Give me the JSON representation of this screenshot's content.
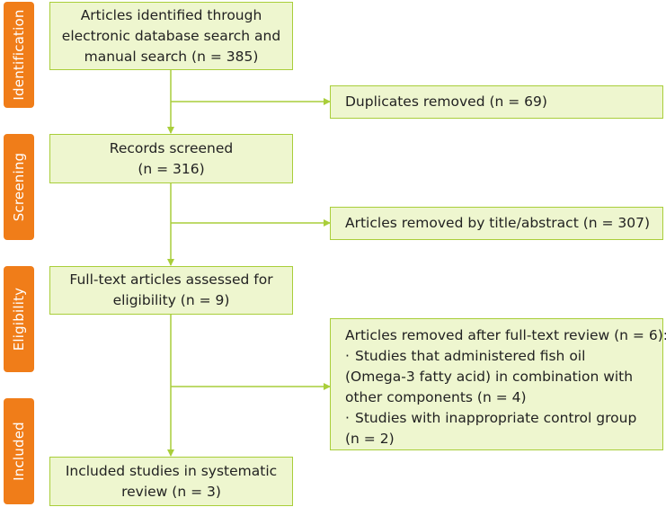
{
  "stages": {
    "identification": "Identification",
    "screening": "Screening",
    "eligibility": "Eligibility",
    "included": "Included"
  },
  "flow": {
    "identified": {
      "line1": "Articles identified through",
      "line2": "electronic database search and",
      "line3": "manual search (n = 385)"
    },
    "duplicates": {
      "line1": "Duplicates removed (n = 69)"
    },
    "screened": {
      "line1": "Records screened",
      "line2": "(n = 316)"
    },
    "removed_title": {
      "line1": "Articles removed by title/abstract (n = 307)"
    },
    "fulltext": {
      "line1": "Full-text articles assessed for",
      "line2": "eligibility (n = 9)"
    },
    "removed_fulltext": {
      "heading": "Articles removed after full-text review (n = 6):",
      "bullet_symbol": "·",
      "reason1_line1": "Studies that administered fish oil",
      "reason1_line2": "(Omega-3 fatty acid) in combination with",
      "reason1_line3": "other components (n = 4)",
      "reason2_line1": "Studies with inappropriate control group",
      "reason2_line2": "(n = 2)"
    },
    "included": {
      "line1": "Included studies in systematic",
      "line2": "review (n = 3)"
    }
  },
  "colors": {
    "stage_tab": "#f07d19",
    "box_fill": "#eef6cf",
    "box_border": "#a9ce3a",
    "connector": "#a9ce3a"
  }
}
